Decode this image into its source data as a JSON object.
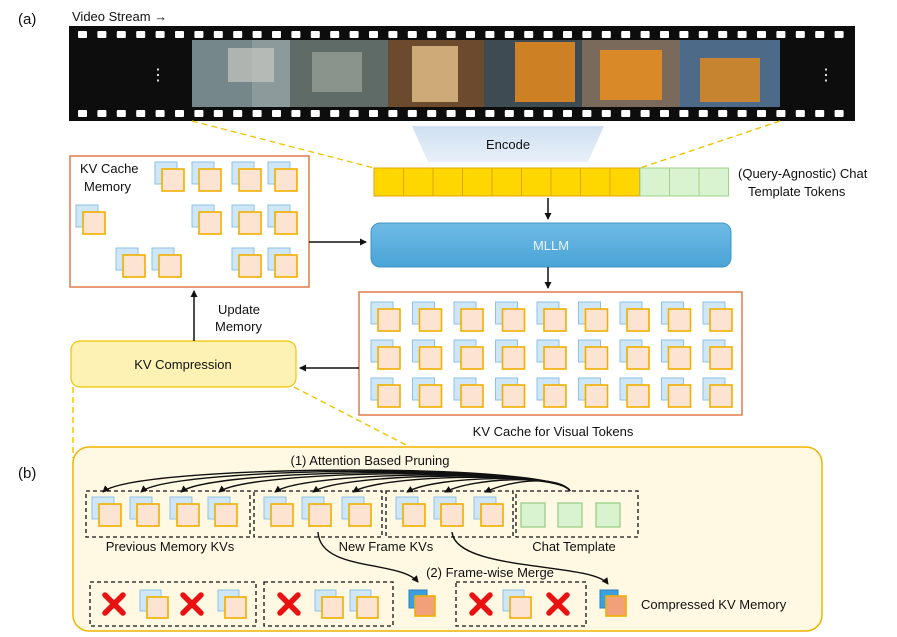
{
  "panel_a": {
    "marker": "(a)",
    "video_stream_label": "Video Stream →",
    "film_ellipsis_left": "⋮",
    "film_ellipsis_right": "⋮",
    "encode_label": "Encode",
    "chat_template_label_line1": "(Query-Agnostic) Chat",
    "chat_template_label_line2": "Template Tokens",
    "kv_cache_memory_line1": "KV Cache",
    "kv_cache_memory_line2": "Memory",
    "mllm_label": "MLLM",
    "update_memory_line1": "Update",
    "update_memory_line2": "Memory",
    "kv_compression_label": "KV Compression",
    "kv_cache_visual_label": "KV Cache  for Visual Tokens"
  },
  "panel_b": {
    "marker": "(b)",
    "pruning_label": "(1) Attention Based Pruning",
    "previous_memory_label": "Previous Memory KVs",
    "new_frame_label": "New Frame KVs",
    "chat_template_label": "Chat Template",
    "merge_label": "(2) Frame-wise Merge",
    "compressed_label": "Compressed KV Memory"
  },
  "colors": {
    "visual_token": "#ffd700",
    "visual_token_border": "#e0a500",
    "template_token": "#d9f2d0",
    "template_token_border": "#9fd18d",
    "mllm_fill": "#5aafdc",
    "encode_fill": "#dbe9f6",
    "memory_border": "#e07a4a",
    "compression_fill": "#fdf2b3",
    "panel_b_border": "#f0b400",
    "kv_back_fill": "#cfe6f7",
    "kv_back_border": "#8cc2e6",
    "kv_front_fill": "#fde3d2",
    "kv_front_border": "#f0b000",
    "pruned_mark": "#e81212",
    "merged_back": "#3c9fe0",
    "merged_front": "#f2a07a"
  },
  "icons": [
    "ellipsis-icon",
    "arrow-icon",
    "x-mark-icon",
    "kv-pair-icon"
  ]
}
